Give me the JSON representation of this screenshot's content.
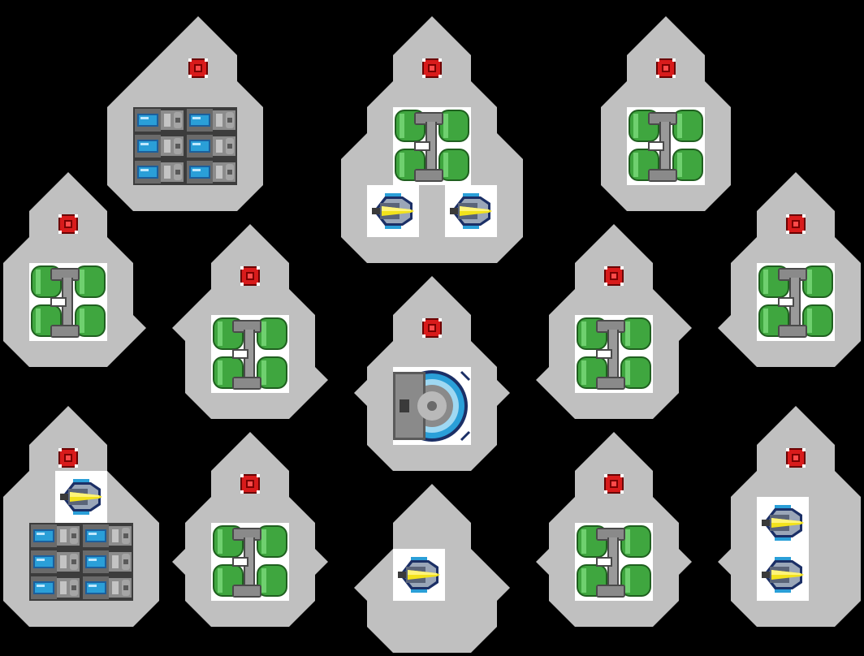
{
  "scene": {
    "title": "",
    "background": "#000000"
  },
  "colors": {
    "hull": "#c0c0c0",
    "hull_edge": "#a9a9a9",
    "core_red": "#d81b1b",
    "core_dark": "#7a0000",
    "green": "#3fa63f",
    "green_dark": "#1f5f1f",
    "pipe": "#7d7d7d",
    "pipe_dark": "#4a4a4a",
    "blue": "#2a9fd8",
    "yellow": "#f2e21c",
    "navy": "#1b2f66"
  },
  "ships": [
    {
      "id": "ship-1",
      "modules": [
        "core",
        "blue-rack"
      ]
    },
    {
      "id": "ship-2",
      "modules": [
        "core",
        "green-tank",
        "thruster",
        "thruster"
      ]
    },
    {
      "id": "ship-3",
      "modules": [
        "core",
        "green-tank"
      ]
    },
    {
      "id": "ship-4",
      "modules": [
        "core",
        "green-tank"
      ]
    },
    {
      "id": "ship-5",
      "modules": [
        "core",
        "green-tank"
      ]
    },
    {
      "id": "ship-6",
      "modules": [
        "core",
        "shield-turret"
      ]
    },
    {
      "id": "ship-7",
      "modules": [
        "core",
        "green-tank"
      ]
    },
    {
      "id": "ship-8",
      "modules": [
        "core",
        "green-tank"
      ]
    },
    {
      "id": "ship-9",
      "modules": [
        "core",
        "thruster",
        "blue-rack"
      ]
    },
    {
      "id": "ship-10",
      "modules": [
        "core",
        "green-tank"
      ]
    },
    {
      "id": "ship-11",
      "modules": [
        "thruster"
      ]
    },
    {
      "id": "ship-12",
      "modules": [
        "core",
        "green-tank"
      ]
    },
    {
      "id": "ship-13",
      "modules": [
        "core",
        "thruster",
        "thruster"
      ]
    }
  ]
}
